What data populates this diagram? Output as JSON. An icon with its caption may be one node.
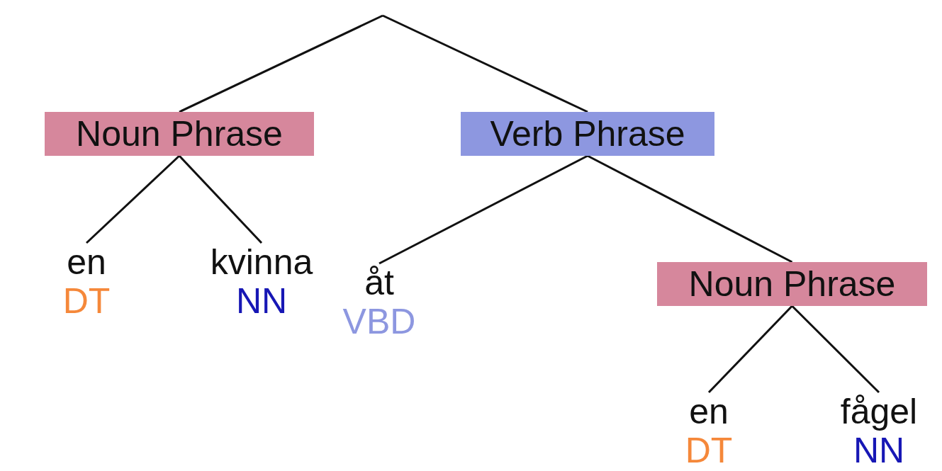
{
  "diagram": {
    "nodes": [
      {
        "text": [
          "Noun Phrase"
        ]
      },
      {
        "text": [
          "Verb Phrase"
        ]
      },
      {
        "text": [
          "en",
          "DT"
        ]
      },
      {
        "text": [
          "kvinna",
          "NN"
        ]
      },
      {
        "text": [
          "åt",
          "VBD"
        ]
      },
      {
        "text": [
          "Noun Phrase"
        ]
      },
      {
        "text": [
          "en",
          "DT"
        ]
      },
      {
        "text": [
          "fågel",
          "NN"
        ]
      }
    ],
    "edges": [
      {
        "from": null,
        "to": 0,
        "arrow": "none"
      },
      {
        "from": null,
        "to": 1,
        "arrow": "none"
      },
      {
        "from": 0,
        "to": 2,
        "arrow": "none"
      },
      {
        "from": 0,
        "to": 3,
        "arrow": "none"
      },
      {
        "from": 1,
        "to": 4,
        "arrow": "none"
      },
      {
        "from": 1,
        "to": 5,
        "arrow": "none"
      },
      {
        "from": 5,
        "to": 6,
        "arrow": "none"
      },
      {
        "from": 5,
        "to": 7,
        "arrow": "none"
      }
    ]
  }
}
